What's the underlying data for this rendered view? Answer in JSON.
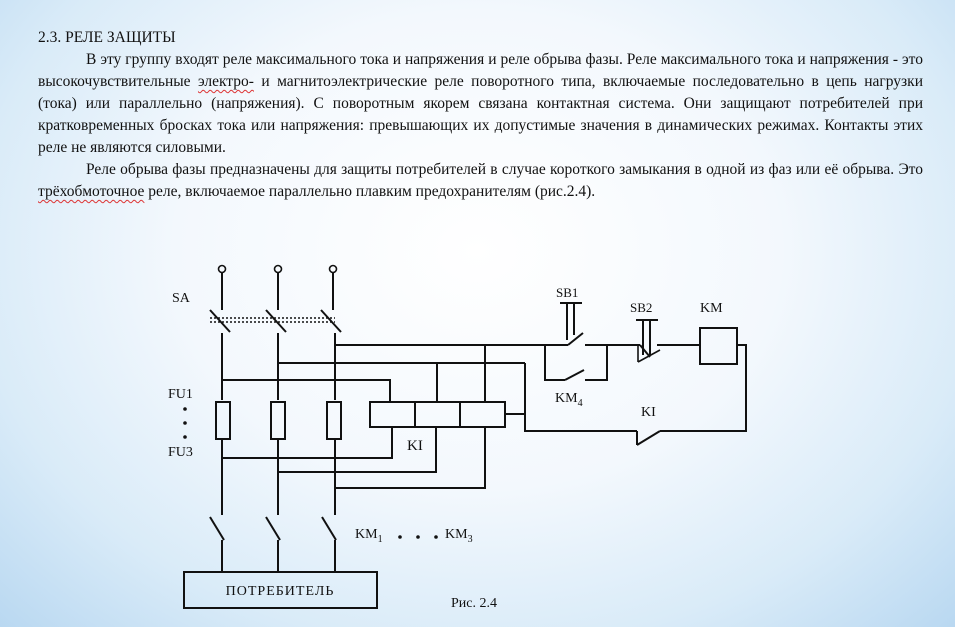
{
  "heading": "2.3. РЕЛЕ ЗАЩИТЫ",
  "paragraph1": {
    "a": "В эту группу входят реле максимального тока и напряжения и реле обрыва фазы. Реле максимального тока и напряжения - это высокочувствительные ",
    "b": "электро-",
    "c": " и магнитоэлектрические реле поворотного типа, включаемые последовательно в цепь нагрузки (тока) или параллельно (напряжения). С поворотным якорем связана контактная система. Они защищают потребителей при кратковременных бросках тока или напряжения: превышающих их допустимые значения в динамических режимах. Контакты этих реле не являются силовыми."
  },
  "paragraph2": {
    "a": "Реле обрыва фазы предназначены для защиты потребителей в случае короткого замыкания в одной из фаз или её обрыва. Это ",
    "b": "трёхобмоточное",
    "c": " реле, включаемое параллельно плавким предохранителям (рис.2.4)."
  },
  "diagram": {
    "sa": "SA",
    "fu1": "FU1",
    "fu3": "FU3",
    "ki_coil": "KI",
    "km_main_base": "KM",
    "km_main_sub1": "1",
    "km_main_sub3": "3",
    "sb1": "SB1",
    "sb2": "SB2",
    "km_coil": "KM",
    "km4_base": "KM",
    "km4_sub": "4",
    "ki_contact": "KI",
    "consumer": "ПОТРЕБИТЕЛЬ",
    "caption": "Рис. 2.4"
  }
}
